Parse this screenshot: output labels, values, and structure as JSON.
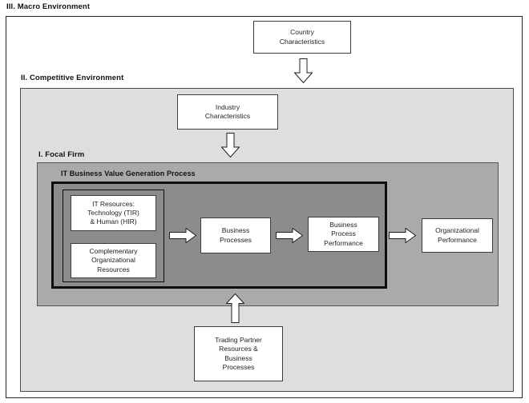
{
  "labels": {
    "macro": "III. Macro Environment",
    "competitive": "II. Competitive Environment",
    "focal": "I. Focal Firm",
    "bvgp": "IT Business Value Generation Process"
  },
  "nodes": {
    "country": "Country\nCharacteristics",
    "industry": "Industry\nCharacteristics",
    "it_resources": "IT Resources:\nTechnology (TIR)\n& Human (HIR)",
    "complementary": "Complementary\nOrganizational\nResources",
    "business_processes": "Business\nProcesses",
    "business_process_performance": "Business\nProcess\nPerformance",
    "organizational_performance": "Organizational\nPerformance",
    "trading_partner": "Trading Partner\nResources &\nBusiness\nProcesses"
  },
  "arrows": [
    {
      "name": "country-to-competitive",
      "type": "down-block-arrow"
    },
    {
      "name": "industry-to-focal",
      "type": "down-block-arrow"
    },
    {
      "name": "resources-to-business-processes",
      "type": "right-block-arrow"
    },
    {
      "name": "business-processes-to-performance",
      "type": "right-block-arrow"
    },
    {
      "name": "bvgp-to-organizational-performance",
      "type": "right-block-arrow"
    },
    {
      "name": "trading-partner-to-focal-firm",
      "type": "up-block-arrow"
    }
  ],
  "colors": {
    "macro_bg": "#ffffff",
    "competitive_bg": "#dedede",
    "focal_firm_bg": "#aaaaaa",
    "process_bg": "#8c8c8c",
    "node_bg": "#ffffff",
    "border": "#1a1a1a"
  }
}
